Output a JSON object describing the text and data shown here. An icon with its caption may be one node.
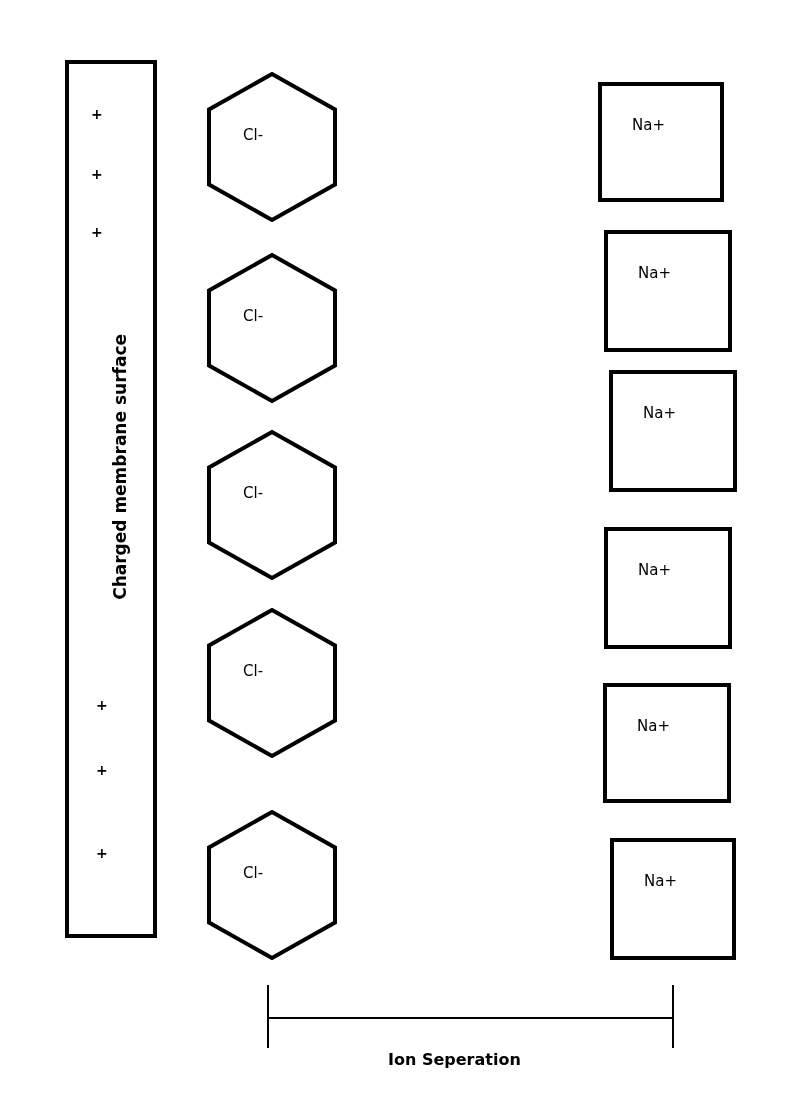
{
  "diagram": {
    "nodes": [
      {
        "text": [
          "+",
          "+",
          "+",
          "Charged membrane surface",
          "+",
          "+",
          "+"
        ]
      },
      {
        "text": [
          "Cl-"
        ]
      },
      {
        "text": [
          "Cl-"
        ]
      },
      {
        "text": [
          "Cl-"
        ]
      },
      {
        "text": [
          "Cl-"
        ]
      },
      {
        "text": [
          "Cl-"
        ]
      },
      {
        "text": [
          "Na+"
        ]
      },
      {
        "text": [
          "Na+"
        ]
      },
      {
        "text": [
          "Na+"
        ]
      },
      {
        "text": [
          "Na+"
        ]
      },
      {
        "text": [
          "Na+"
        ]
      },
      {
        "text": [
          "Na+"
        ]
      }
    ],
    "labels": [
      "Ion Seperation"
    ]
  }
}
